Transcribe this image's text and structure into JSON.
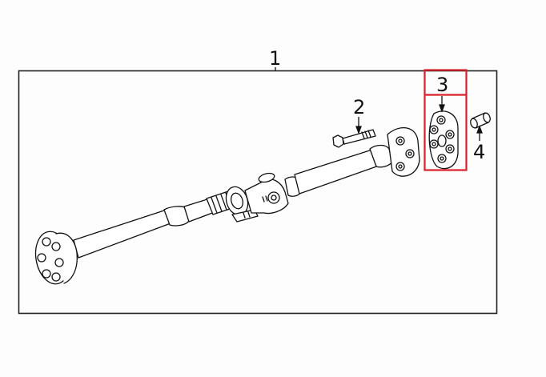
{
  "diagram": {
    "type": "exploded-parts-diagram",
    "subject": "drive shaft assembly",
    "frame_color": "#222222",
    "highlight_color": "#d9202a",
    "callouts": [
      {
        "id": "1",
        "label": "1",
        "part": "drive-shaft-assembly"
      },
      {
        "id": "2",
        "label": "2",
        "part": "bolt"
      },
      {
        "id": "3",
        "label": "3",
        "part": "flex-disc",
        "highlighted": true
      },
      {
        "id": "4",
        "label": "4",
        "part": "bushing"
      }
    ]
  }
}
